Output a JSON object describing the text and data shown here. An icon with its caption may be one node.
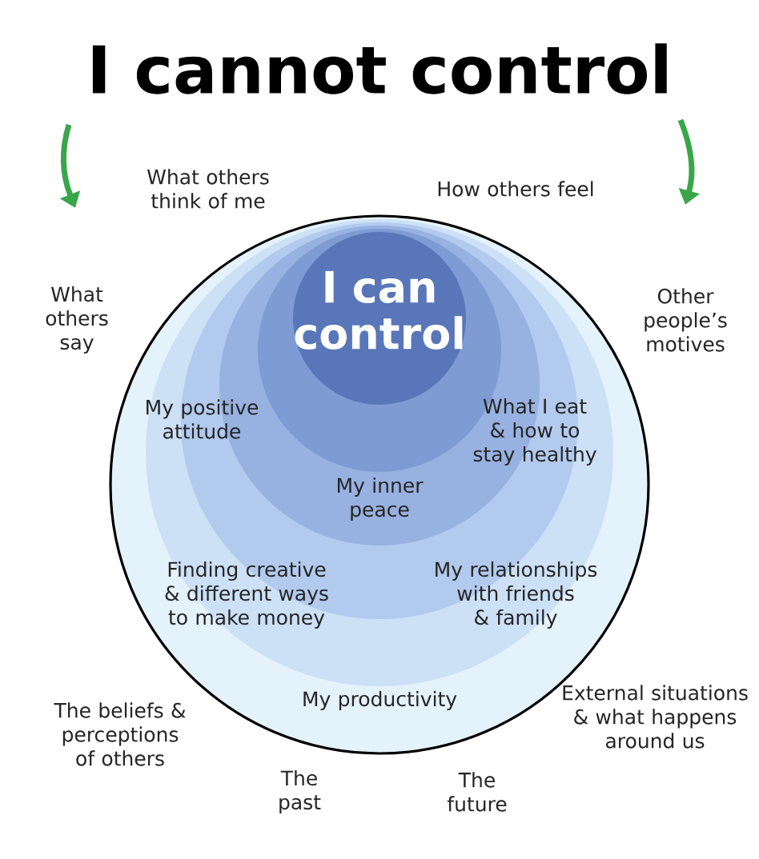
{
  "diagram": {
    "title": "I cannot control",
    "nodes": [
      {
        "text": [
          "My productivity"
        ]
      },
      {
        "text": [
          "Finding creative & different ways to make money",
          "My relationships with friends & family"
        ],
        "in": 0
      },
      {
        "text": [
          "My positive attitude",
          "What I eat & how to stay healthy"
        ],
        "in": 1
      },
      {
        "text": [
          "My inner peace"
        ],
        "in": 2
      },
      {
        "text": [],
        "shape": "circle",
        "in": 3
      },
      {
        "text": [
          "I can control"
        ],
        "in": 4
      }
    ],
    "labels": [
      "What others think of me",
      "How others feel",
      "What others say",
      "Other people’s motives",
      "External situations & what happens around us",
      "The beliefs & perceptions of others",
      "The past",
      "The future"
    ]
  }
}
